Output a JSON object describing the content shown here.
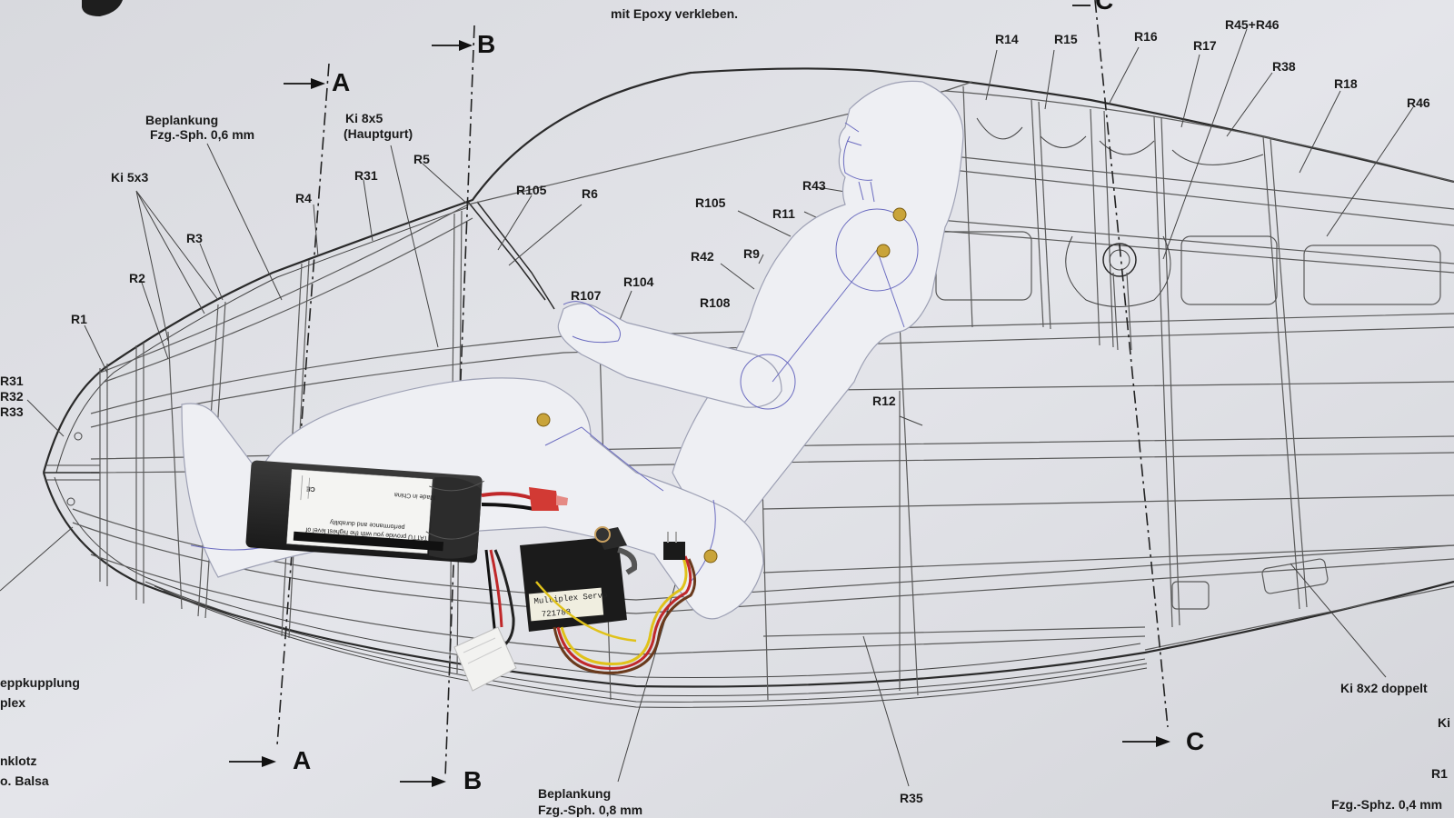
{
  "plan": {
    "top_note": "mit Epoxy verkleben.",
    "section_marks": {
      "a_top": "A",
      "b_top": "B",
      "c_top": "C",
      "a_bottom": "A",
      "b_bottom": "B",
      "c_bottom": "C"
    },
    "labels": {
      "beplankung_top_1": "Beplankung",
      "beplankung_top_2": "Fzg.-Sph. 0,6 mm",
      "ki8x5_1": "Ki 8x5",
      "ki8x5_2": "(Hauptgurt)",
      "ki5x3": "Ki 5x3",
      "r1": "R1",
      "r2": "R2",
      "r3": "R3",
      "r4": "R4",
      "r5": "R5",
      "r6": "R6",
      "r31": "R31",
      "r31_left": "R31",
      "r32_left": "R32",
      "r33_left": "R33",
      "r105_a": "R105",
      "r105_b": "R105",
      "r107": "R107",
      "r104": "R104",
      "r108": "R108",
      "r43": "R43",
      "r11": "R11",
      "r42": "R42",
      "r9": "R9",
      "r12": "R12",
      "r14": "R14",
      "r15": "R15",
      "r16": "R16",
      "r17": "R17",
      "r45r46": "R45+R46",
      "r38": "R38",
      "r18": "R18",
      "r46": "R46",
      "r35": "R35",
      "ki8x2": "Ki 8x2 doppelt",
      "ki_right": "Ki",
      "r1_right": "R1",
      "fzg_right": "Fzg.-Sphz. 0,4 mm",
      "kupplung_1": "eppkupplung",
      "kupplung_2": "plex",
      "klotz_1": "nklotz",
      "klotz_2": "o. Balsa",
      "beplankung_bottom_1": "Beplankung",
      "beplankung_bottom_2": "Fzg.-Sph. 0,8 mm"
    }
  },
  "battery": {
    "line1": "TATTU provide you with the highest level of",
    "line2": "performance and durability",
    "line3": "Made in China",
    "marks": "CE"
  },
  "servo": {
    "brand": "Multiplex Servo",
    "serial": "721788"
  },
  "colors": {
    "paper": "#eeeff3",
    "battery_body": "#262626",
    "servo_body": "#1b1b1b",
    "rivet": "#c9a43a",
    "wire_red": "#c0282a",
    "wire_yellow": "#e0c21a",
    "wire_brown": "#6a3a1c"
  }
}
